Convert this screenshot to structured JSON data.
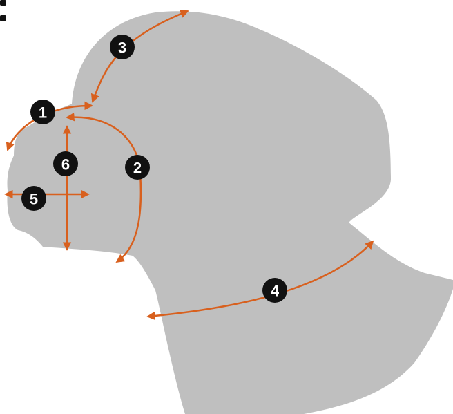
{
  "colors": {
    "silhouette": "#bfbfbf",
    "arrow": "#d8601e",
    "badge_fill": "#111111",
    "badge_text": "#ffffff"
  },
  "measurements": [
    {
      "number": "1"
    },
    {
      "number": "2"
    },
    {
      "number": "3"
    },
    {
      "number": "4"
    },
    {
      "number": "5"
    },
    {
      "number": "6"
    }
  ]
}
